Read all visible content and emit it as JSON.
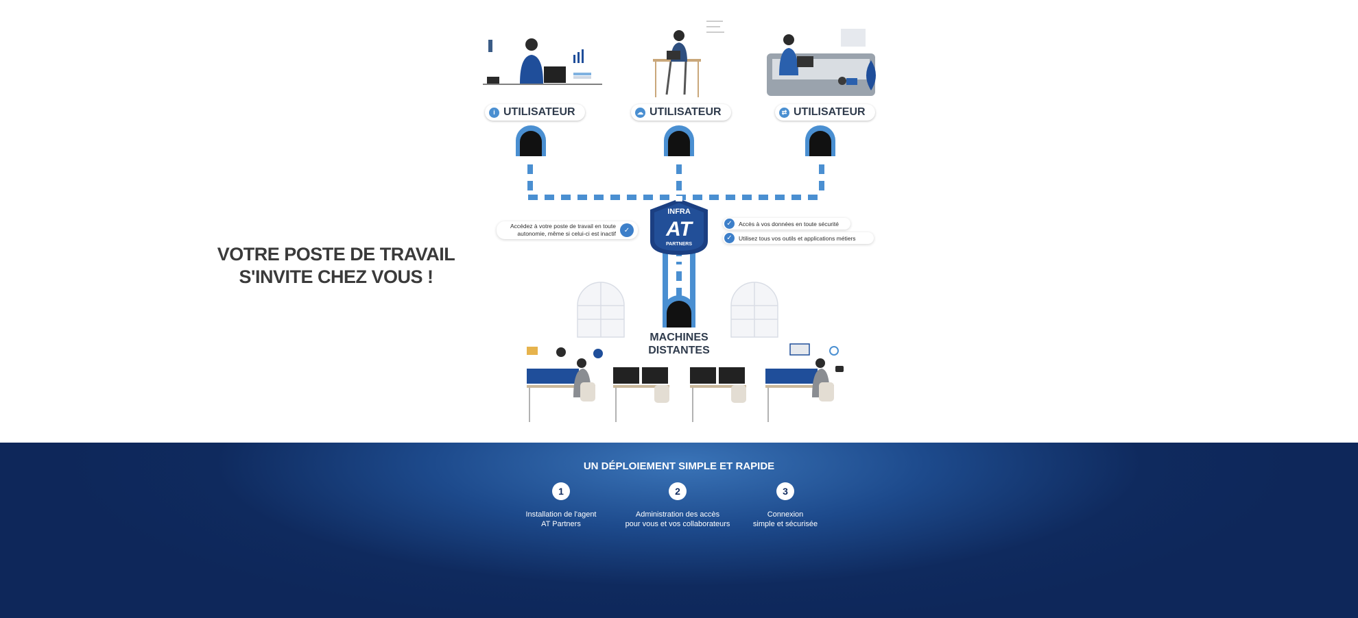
{
  "headline": {
    "line1": "VOTRE POSTE DE TRAVAIL",
    "line2": "S'INVITE CHEZ VOUS !"
  },
  "users": [
    {
      "label": "UTILISATEUR",
      "icon": "info-icon"
    },
    {
      "label": "UTILISATEUR",
      "icon": "cloud-icon"
    },
    {
      "label": "UTILISATEUR",
      "icon": "arrows-icon"
    }
  ],
  "hub": {
    "line1": "INFRA",
    "line2": "AT",
    "line3": "PARTNERS"
  },
  "features": {
    "left": {
      "line1": "Accédez à votre poste de travail en toute",
      "line2": "autonomie, même si celui-ci est inactif"
    },
    "right1": "Accès à vos données en toute sécurité",
    "right2": "Utilisez tous vos outils et applications métiers"
  },
  "machines": {
    "line1": "MACHINES",
    "line2": "DISTANTES"
  },
  "deployment": {
    "title": "UN DÉPLOIEMENT SIMPLE ET RAPIDE",
    "steps": [
      {
        "num": "1",
        "line1": "Installation de l'agent",
        "line2": "AT Partners"
      },
      {
        "num": "2",
        "line1": "Administration des accès",
        "line2": "pour vous et vos collaborateurs"
      },
      {
        "num": "3",
        "line1": "Connexion",
        "line2": "simple et sécurisée"
      }
    ]
  },
  "colors": {
    "accent": "#4a8fd1",
    "navy": "#0f2a5e",
    "text": "#3a3a3a"
  }
}
